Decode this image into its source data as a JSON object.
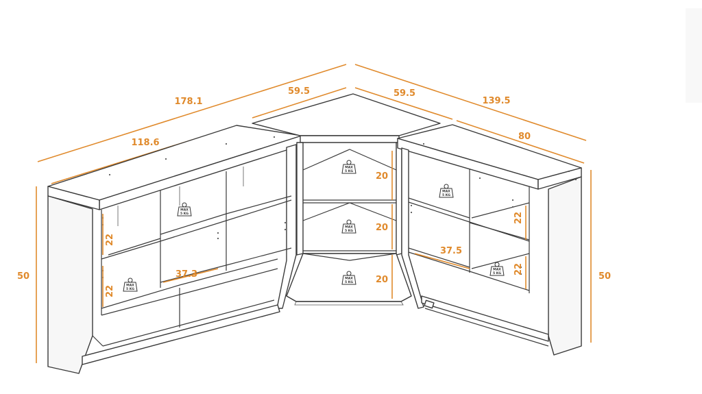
{
  "dimensions": {
    "total_left": "178.1",
    "left_width": "118.6",
    "corner_left": "59.5",
    "corner_right": "59.5",
    "total_right": "139.5",
    "right_width": "80",
    "height_left": "50",
    "height_right": "50"
  },
  "shelves": {
    "left_upper_gap": "22",
    "left_lower_gap": "22",
    "left_depth": "37.3",
    "corner_gap_1": "20",
    "corner_gap_2": "20",
    "corner_gap_3": "20",
    "right_depth": "37.5",
    "right_upper_gap": "22",
    "right_lower_gap": "22"
  },
  "weight_limit": {
    "line1": "MAX",
    "line2": "5 KG"
  },
  "colors": {
    "dimension": "#e08a2c",
    "outline": "#3a3a3a"
  }
}
